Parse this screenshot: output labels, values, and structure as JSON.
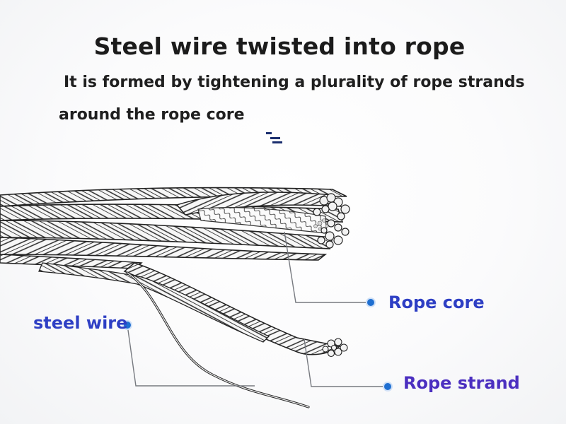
{
  "heading": {
    "title": "Steel wire twisted into rope",
    "description_line_1": "It is formed by tightening a plurality of rope strands",
    "description_line_2": "around the rope core"
  },
  "decoration": {
    "icon": "menu-lines-icon"
  },
  "diagram": {
    "subject": "steel-wire-rope-cross-section",
    "callouts": {
      "rope_core": "Rope core",
      "steel_wire": "steel wire",
      "rope_strand": "Rope strand"
    },
    "colors": {
      "callout_dot": "#1f6fd1",
      "callout_line": "#777a80",
      "label_blue": "#2e3fc4",
      "label_purple": "#4b2fc0",
      "wire_dark": "#2b2b2b",
      "wire_light": "#f4f4f4"
    }
  }
}
